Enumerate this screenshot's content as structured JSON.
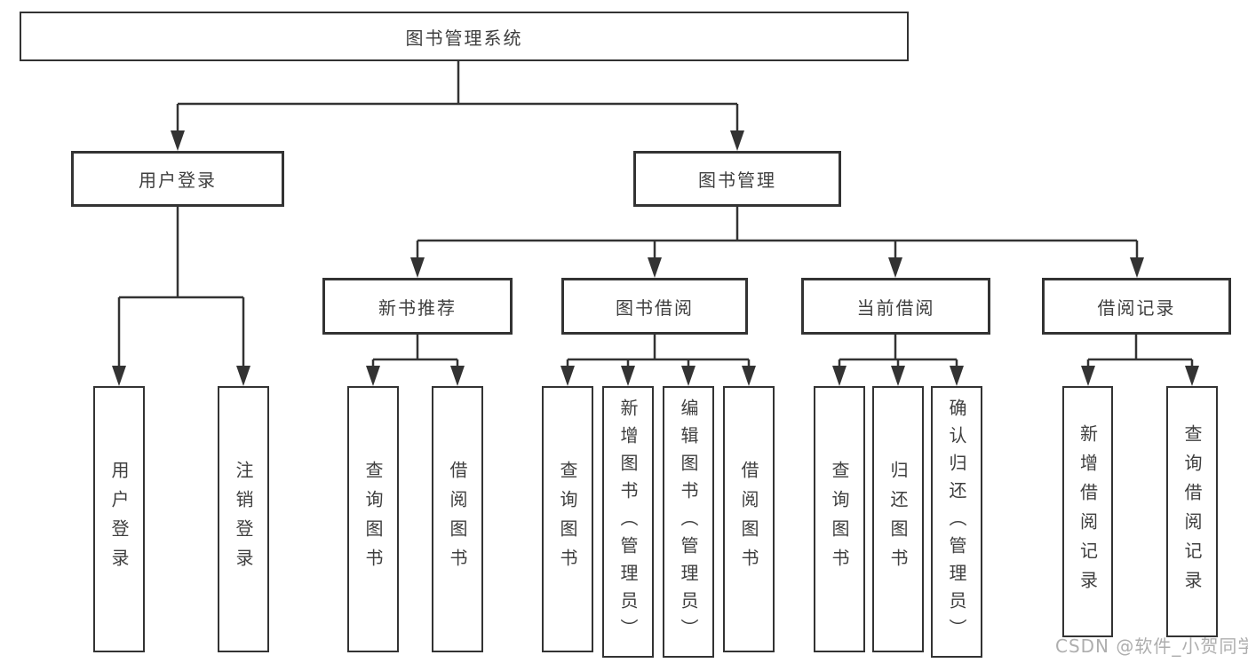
{
  "colors": {
    "line": "#333333",
    "text": "#3f3f3f",
    "box_background": "#ffffff",
    "watermark": "#aeaeae"
  },
  "tree": {
    "label": "图书管理系统",
    "children": [
      {
        "label": "用户登录",
        "children": [
          {
            "label": "用户登录"
          },
          {
            "label": "注销登录"
          }
        ]
      },
      {
        "label": "图书管理",
        "children": [
          {
            "label": "新书推荐",
            "children": [
              {
                "label": "查询图书"
              },
              {
                "label": "借阅图书"
              }
            ]
          },
          {
            "label": "图书借阅",
            "children": [
              {
                "label": "查询图书"
              },
              {
                "label": "新增图书（管理员）"
              },
              {
                "label": "编辑图书（管理员）"
              },
              {
                "label": "借阅图书"
              }
            ]
          },
          {
            "label": "当前借阅",
            "children": [
              {
                "label": "查询图书"
              },
              {
                "label": "归还图书"
              },
              {
                "label": "确认归还（管理员）"
              }
            ]
          },
          {
            "label": "借阅记录",
            "children": [
              {
                "label": "新增借阅记录"
              },
              {
                "label": "查询借阅记录"
              }
            ]
          }
        ]
      }
    ]
  },
  "watermark": "CSDN @软件_小贺同学"
}
